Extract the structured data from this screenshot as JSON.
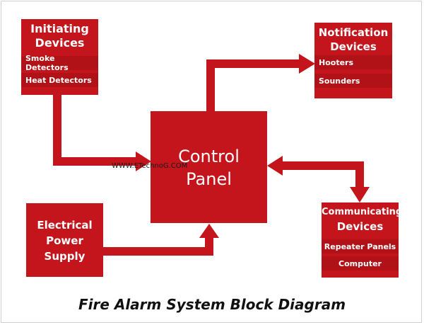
{
  "colors": {
    "block": "#c4151c",
    "row": "#b01218",
    "arrow": "#c4151c"
  },
  "initiating": {
    "title_line1": "Initiating",
    "title_line2": "Devices",
    "items": [
      "Smoke Detectors",
      "Heat Detectors"
    ]
  },
  "notification": {
    "title_line1": "Notification",
    "title_line2": "Devices",
    "items": [
      "Hooters",
      "Sounders"
    ]
  },
  "control": {
    "line1": "Control",
    "line2": "Panel"
  },
  "power": {
    "line1": "Electrical",
    "line2": "Power",
    "line3": "Supply"
  },
  "communicating": {
    "title_line1": "Communicating",
    "title_line2": "Devices",
    "items": [
      "Repeater Panels",
      "Computer"
    ]
  },
  "watermark": "WWW.ETechnoG.COM",
  "caption": "Fire Alarm System Block Diagram"
}
